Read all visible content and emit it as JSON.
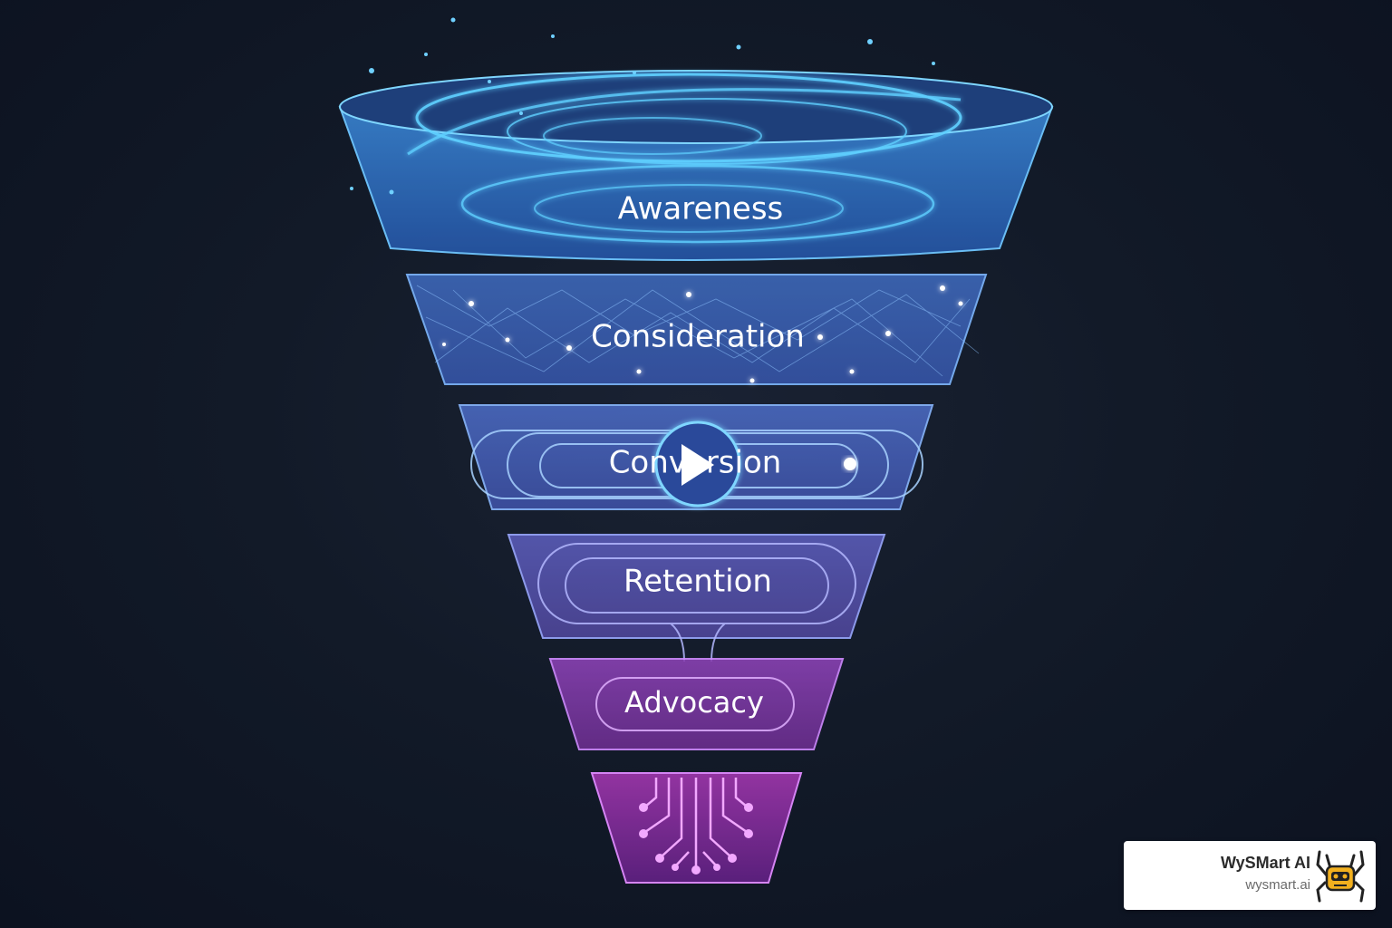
{
  "funnel": {
    "stages": [
      {
        "label": "Awareness"
      },
      {
        "label": "Consideration"
      },
      {
        "label": "Conversion"
      },
      {
        "label": "Retention"
      },
      {
        "label": "Advocacy"
      },
      {
        "label": ""
      }
    ],
    "bottom_icon": "circuit-icon",
    "conversion_icon": "play-icon"
  },
  "colors": {
    "background": "#0f1623",
    "awareness": "#2f6fb8",
    "consideration": "#3a5fae",
    "conversion": "#4257a6",
    "retention": "#5449a0",
    "advocacy": "#7a3a9e",
    "core": "#8a2c98",
    "glow": "#5fd0ff"
  },
  "badge": {
    "name": "WySMart AI",
    "url": "wysmart.ai",
    "logo_icon": "robot-spider-icon"
  }
}
